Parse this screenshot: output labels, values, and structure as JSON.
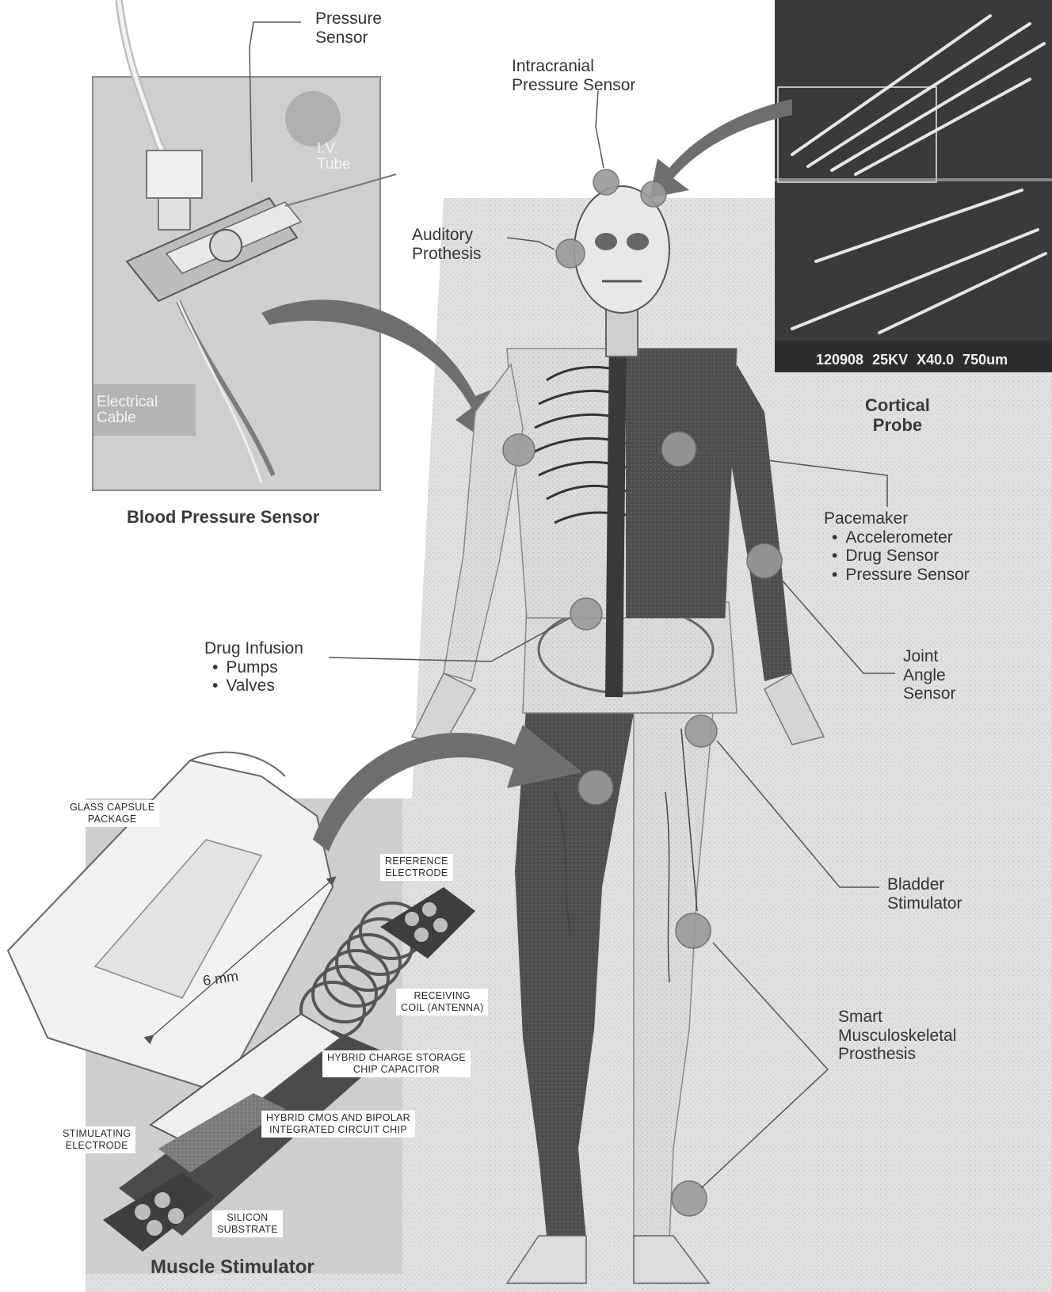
{
  "labels": {
    "pressure_sensor": [
      "Pressure",
      "Sensor"
    ],
    "iv_tube": [
      "I.V.",
      "Tube"
    ],
    "electrical_cable": [
      "Electrical",
      "Cable"
    ],
    "blood_pressure_sensor": "Blood Pressure Sensor",
    "intracranial": [
      "Intracranial",
      "Pressure Sensor"
    ],
    "auditory": [
      "Auditory",
      "Prothesis"
    ],
    "cortical_probe": [
      "Cortical",
      "Probe"
    ],
    "sem_scalebar": "120908 25KV X40.0 750um",
    "pacemaker": {
      "title": "Pacemaker",
      "items": [
        "Accelerometer",
        "Drug Sensor",
        "Pressure Sensor"
      ]
    },
    "drug_infusion": {
      "title": "Drug Infusion",
      "items": [
        "Pumps",
        "Valves"
      ]
    },
    "joint_angle": [
      "Joint",
      "Angle",
      "Sensor"
    ],
    "bladder": [
      "Bladder",
      "Stimulator"
    ],
    "smart_prosthesis": [
      "Smart",
      "Musculoskeletal",
      "Prosthesis"
    ],
    "muscle_stimulator": "Muscle Stimulator",
    "glass_capsule": [
      "GLASS CAPSULE",
      "PACKAGE"
    ],
    "reference_electrode": [
      "REFERENCE",
      "ELECTRODE"
    ],
    "six_mm": "6 mm",
    "receiving_coil": [
      "RECEIVING",
      "COIL (ANTENNA)"
    ],
    "hybrid_charge": [
      "HYBRID CHARGE STORAGE",
      "CHIP CAPACITOR"
    ],
    "hybrid_cmos": [
      "HYBRID CMOS AND BIPOLAR",
      "INTEGRATED CIRCUIT CHIP"
    ],
    "stimulating_electrode": [
      "STIMULATING",
      "ELECTRODE"
    ],
    "silicon_substrate": [
      "SILICON",
      "SUBSTRATE"
    ]
  },
  "colors": {
    "body_dark": "#4a4a4a",
    "body_mid": "#8c8c8c",
    "body_light": "#cfcfcf",
    "arrow": "#6e6e6e",
    "sensor_dot": "#9a9a9a",
    "panel_dark": "#3a3a3a"
  }
}
